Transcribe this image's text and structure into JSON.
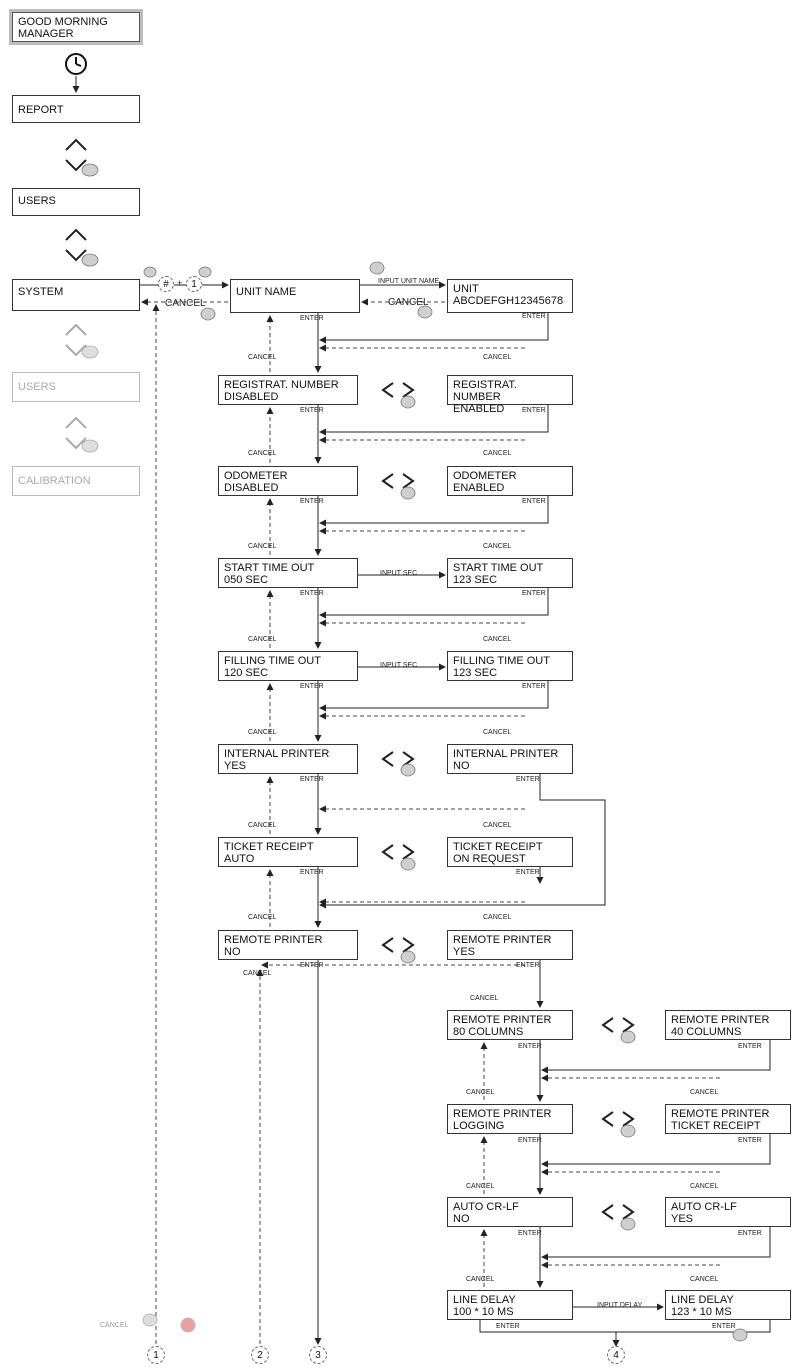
{
  "menu": {
    "good_morning_l1": "GOOD MORNING",
    "good_morning_l2": "MANAGER",
    "report": "REPORT",
    "users": "USERS",
    "system": "SYSTEM",
    "users_dim": "USERS",
    "calibration": "CALIBRATION"
  },
  "screens": {
    "unit_name": "UNIT NAME",
    "unit_l1": "UNIT",
    "unit_l2": "ABCDEFGH12345678",
    "reg_dis_l1": "REGISTRAT. NUMBER",
    "reg_dis_l2": "DISABLED",
    "reg_en_l1": "REGISTRAT. NUMBER",
    "reg_en_l2": "ENABLED",
    "odo_dis_l1": "ODOMETER",
    "odo_dis_l2": "DISABLED",
    "odo_en_l1": "ODOMETER",
    "odo_en_l2": "ENABLED",
    "start_l1": "START TIME OUT",
    "start_l2": "050 SEC",
    "start2_l1": "START TIME OUT",
    "start2_l2": "123 SEC",
    "fill_l1": "FILLING TIME OUT",
    "fill_l2": "120 SEC",
    "fill2_l1": "FILLING TIME OUT",
    "fill2_l2": "123 SEC",
    "intp_l1": "INTERNAL PRINTER",
    "intp_l2": "YES",
    "intp2_l1": "INTERNAL PRINTER",
    "intp2_l2": "NO",
    "ticket_l1": "TICKET RECEIPT",
    "ticket_l2": "AUTO",
    "ticket2_l1": "TICKET RECEIPT",
    "ticket2_l2": "ON REQUEST",
    "remote_l1": "REMOTE PRINTER",
    "remote_l2": "NO",
    "remote2_l1": "REMOTE PRINTER",
    "remote2_l2": "YES",
    "rp80_l1": "REMOTE PRINTER",
    "rp80_l2": "80 COLUMNS",
    "rp40_l1": "REMOTE PRINTER",
    "rp40_l2": "40 COLUMNS",
    "rplog_l1": "REMOTE PRINTER",
    "rplog_l2": "LOGGING",
    "rptick_l1": "REMOTE PRINTER",
    "rptick_l2": "TICKET RECEIPT",
    "crlf_l1": "AUTO CR-LF",
    "crlf_l2": "NO",
    "crlf2_l1": "AUTO CR-LF",
    "crlf2_l2": "YES",
    "delay_l1": "LINE DELAY",
    "delay_l2": "100 * 10 ms",
    "delay2_l1": "LINE DELAY",
    "delay2_l2": "123 * 10 ms"
  },
  "labels": {
    "cancel": "CANCEL",
    "enter": "ENTER",
    "input_unit_name": "INPUT UNIT NAME",
    "input_sec": "INPUT SEC",
    "input_delay": "INPUT DELAY",
    "hash": "#",
    "plus": "+",
    "one": "1"
  },
  "connectors": [
    "1",
    "2",
    "3",
    "4"
  ]
}
